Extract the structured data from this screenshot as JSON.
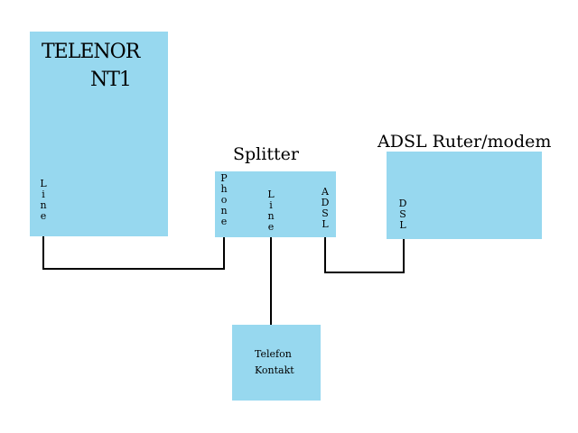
{
  "colors": {
    "box_fill": "#97d8ef",
    "wire": "#000000",
    "background": "#ffffff"
  },
  "nt1": {
    "title_line1": "TELENOR",
    "title_line2": "NT1",
    "port": "Line"
  },
  "splitter": {
    "title": "Splitter",
    "port_phone": "Phone",
    "port_line": "Line",
    "port_adsl": "ADSL"
  },
  "router": {
    "title": "ADSL Ruter/modem",
    "port": "DSL"
  },
  "telefon": {
    "line1": "Telefon",
    "line2": "Kontakt"
  }
}
